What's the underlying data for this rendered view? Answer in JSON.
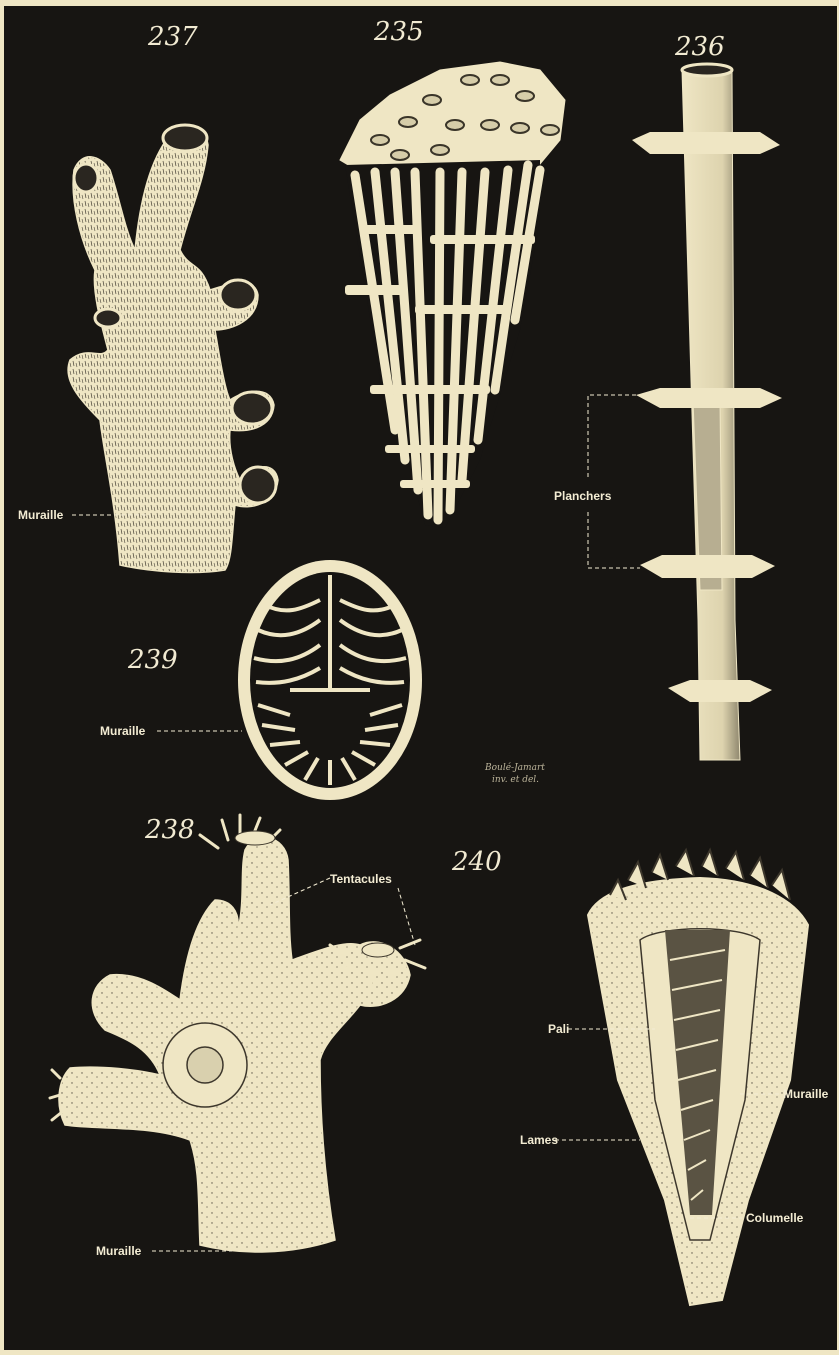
{
  "colors": {
    "border": "#efe6c4",
    "background": "#171512",
    "specimen": "#efe6c4",
    "ink": "#1a1814",
    "label": "#f3ecd3"
  },
  "figures": {
    "fig237": {
      "number": "237",
      "labels": {
        "muraille": "Muraille"
      }
    },
    "fig235": {
      "number": "235"
    },
    "fig236": {
      "number": "236",
      "labels": {
        "planchers": "Planchers"
      }
    },
    "fig239": {
      "number": "239",
      "labels": {
        "muraille": "Muraille"
      }
    },
    "fig238": {
      "number": "238",
      "labels": {
        "tentacules": "Tentacules",
        "muraille": "Muraille"
      }
    },
    "fig240": {
      "number": "240",
      "labels": {
        "pali": "Pali",
        "muraille": "Muraille",
        "lames": "Lames",
        "columelle": "Columelle"
      }
    }
  },
  "signature": {
    "line1": "Boulé-Jamart",
    "line2": "inv. et del."
  }
}
